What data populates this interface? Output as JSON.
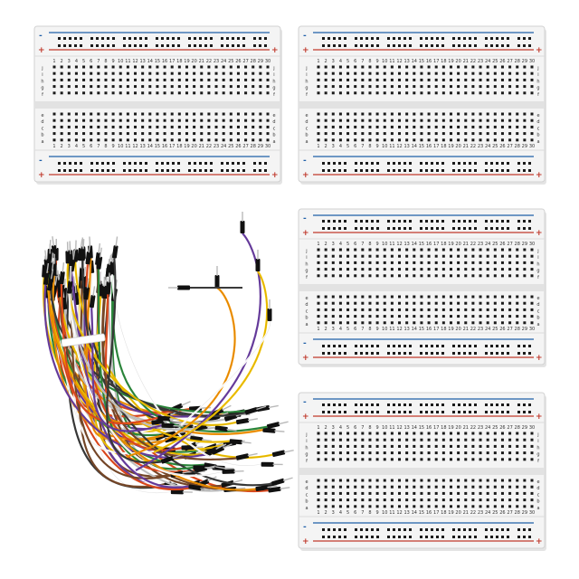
{
  "scene": {
    "background": "#ffffff",
    "objects": [
      "breadboard",
      "breadboard",
      "breadboard",
      "breadboard",
      "jumper-wire-bundle"
    ]
  },
  "breadboard": {
    "columns": 30,
    "row_letters_upper": [
      "j",
      "i",
      "h",
      "g",
      "f"
    ],
    "row_letters_lower": [
      "e",
      "d",
      "c",
      "b",
      "a"
    ],
    "plus_symbol": "+",
    "minus_symbol": "-",
    "colors": {
      "body": "#f4f4f4",
      "hole": "#1a1a1a",
      "red_rail": "#c0392b",
      "blue_rail": "#1f5fa8"
    }
  },
  "wires": {
    "count_estimate": 60,
    "colors": [
      "#f2c200",
      "#f39200",
      "#e34b1f",
      "#ffffff",
      "#3a3a3a",
      "#6a3ea1",
      "#2e8b3e",
      "#7a4a2a",
      "#c8c8c8"
    ],
    "pin_color": "#b9b9b9",
    "housing_color": "#111111"
  }
}
